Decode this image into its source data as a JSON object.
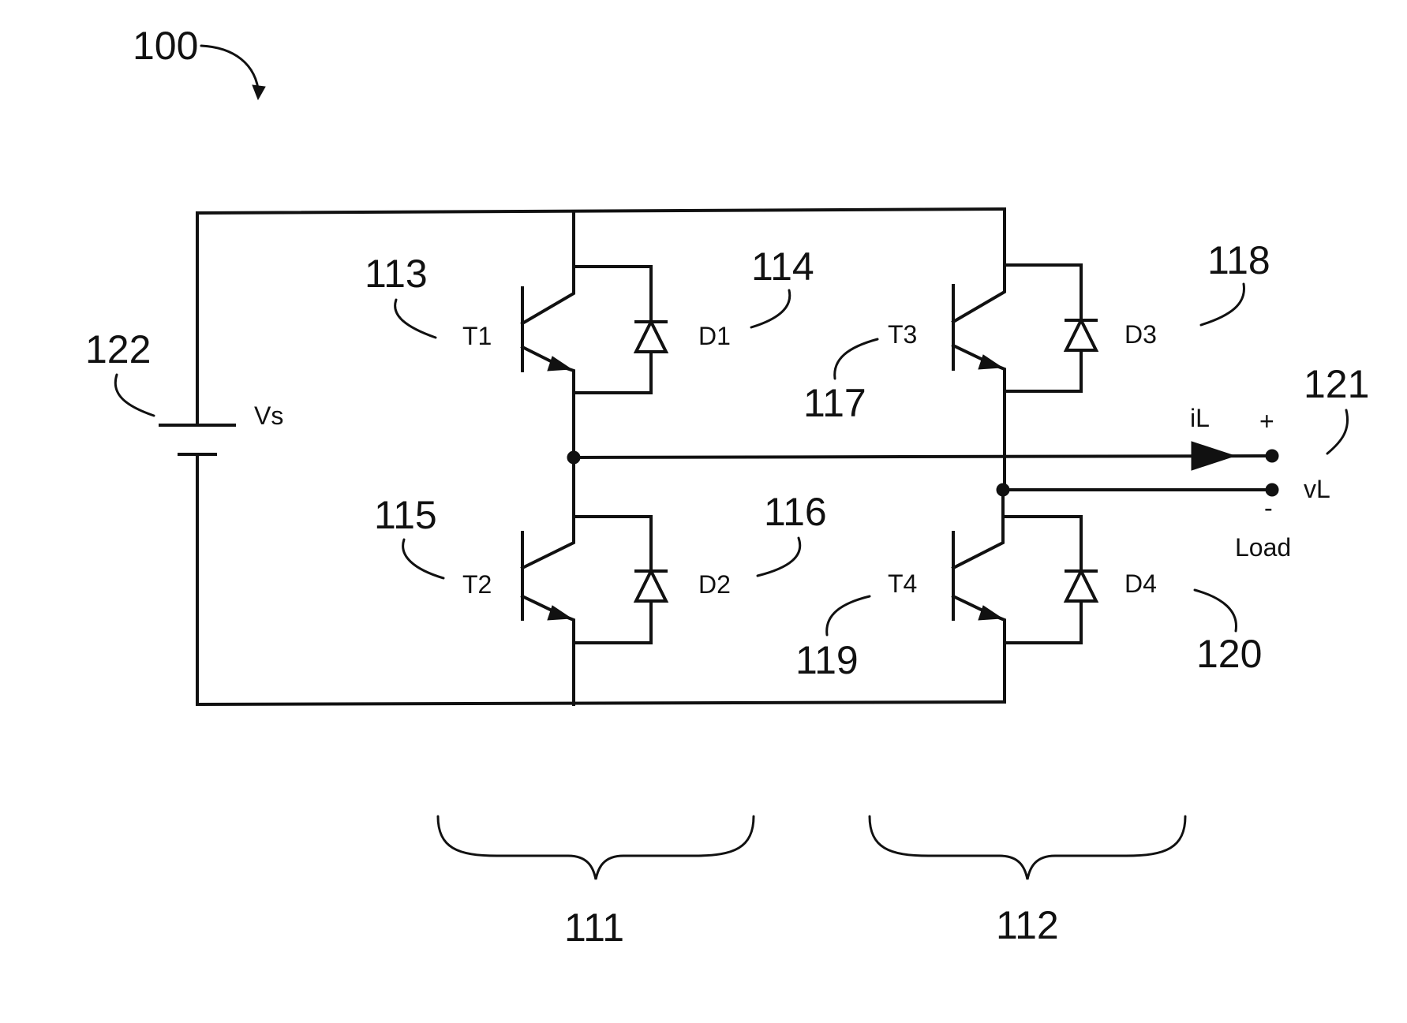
{
  "figure": {
    "number": "100"
  },
  "references": {
    "r111": "111",
    "r112": "112",
    "r113": "113",
    "r114": "114",
    "r115": "115",
    "r116": "116",
    "r117": "117",
    "r118": "118",
    "r119": "119",
    "r120": "120",
    "r121": "121",
    "r122": "122"
  },
  "components": {
    "source": "Vs",
    "t1": "T1",
    "t2": "T2",
    "t3": "T3",
    "t4": "T4",
    "d1": "D1",
    "d2": "D2",
    "d3": "D3",
    "d4": "D4"
  },
  "load": {
    "current": "iL",
    "voltage": "vL",
    "plus": "+",
    "minus": "-",
    "label": "Load"
  },
  "colors": {
    "ink": "#111111",
    "background": "#ffffff"
  }
}
